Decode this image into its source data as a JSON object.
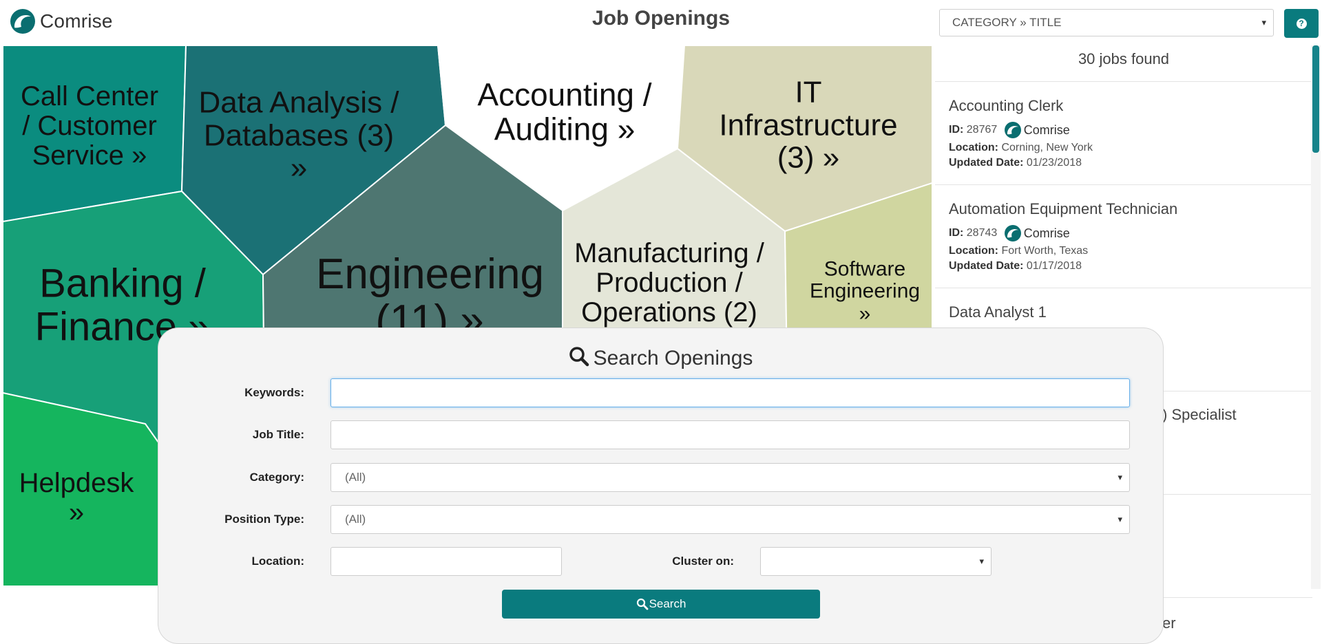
{
  "header": {
    "logo_text": "Comrise",
    "title": "Job Openings",
    "sort_value": "Category » Title",
    "help_icon": "question-circle-icon"
  },
  "categories": [
    {
      "label": "Call Center / Customer Service »",
      "color": "#0b8c7f"
    },
    {
      "label": "Data Analysis / Databases (3) »",
      "color": "#1b7175"
    },
    {
      "label": "Accounting / Auditing »",
      "color": "#ffffff"
    },
    {
      "label": "IT Infrastructure (3) »",
      "color": "#d9d8b9"
    },
    {
      "label": "Banking / Finance »",
      "color": "#17a078"
    },
    {
      "label": "Engineering (11) »",
      "color": "#4e7671"
    },
    {
      "label": "Manufacturing / Production / Operations (2)",
      "color": "#e4e6d8"
    },
    {
      "label": "Software Engineering »",
      "color": "#d0d6a0"
    },
    {
      "label": "Helpdesk »",
      "color": "#15b55e"
    }
  ],
  "results": {
    "count_text": "30 jobs found",
    "id_label": "ID:",
    "location_label": "Location:",
    "updated_label": "Updated Date:",
    "jobs": [
      {
        "title": "Accounting Clerk",
        "id": "28767",
        "company": "Comrise",
        "location": "Corning, New York",
        "updated": "01/23/2018"
      },
      {
        "title": "Automation Equipment Technician",
        "id": "28743",
        "company": "Comrise",
        "location": "Fort Worth, Texas",
        "updated": "01/17/2018"
      },
      {
        "title": "Data Analyst 1"
      }
    ],
    "partial_titles": [
      ") Specialist",
      "er"
    ]
  },
  "search": {
    "heading": "Search Openings",
    "keywords_label": "Keywords:",
    "keywords_value": "",
    "job_title_label": "Job Title:",
    "job_title_value": "",
    "category_label": "Category:",
    "category_value": "(All)",
    "position_type_label": "Position Type:",
    "position_type_value": "(All)",
    "location_label": "Location:",
    "location_value": "",
    "cluster_label": "Cluster on:",
    "cluster_value": "",
    "button_label": "Search"
  }
}
